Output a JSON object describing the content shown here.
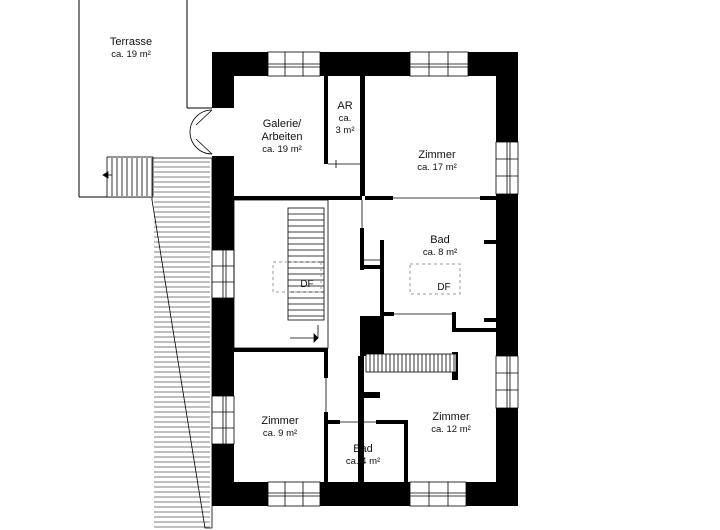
{
  "rooms": [
    {
      "id": "terrasse",
      "name": "Terrasse",
      "area": "ca. 19 m²"
    },
    {
      "id": "galerie",
      "name": "Galerie/",
      "name2": "Arbeiten",
      "area": "ca. 19 m²"
    },
    {
      "id": "ar",
      "name": "AR",
      "name2": "ca.",
      "area": "3 m²"
    },
    {
      "id": "zimmer1",
      "name": "Zimmer",
      "area": "ca. 17 m²"
    },
    {
      "id": "bad1",
      "name": "Bad",
      "area": "ca. 8 m²"
    },
    {
      "id": "zimmer2",
      "name": "Zimmer",
      "area": "ca. 9 m²"
    },
    {
      "id": "bad2",
      "name": "Bad",
      "area": "ca. 4 m²"
    },
    {
      "id": "zimmer3",
      "name": "Zimmer",
      "area": "ca. 12 m²"
    }
  ],
  "df_labels": [
    "DF",
    "DF"
  ],
  "colors": {
    "wall": "#000000",
    "background": "#ffffff",
    "dashed": "#999999"
  }
}
